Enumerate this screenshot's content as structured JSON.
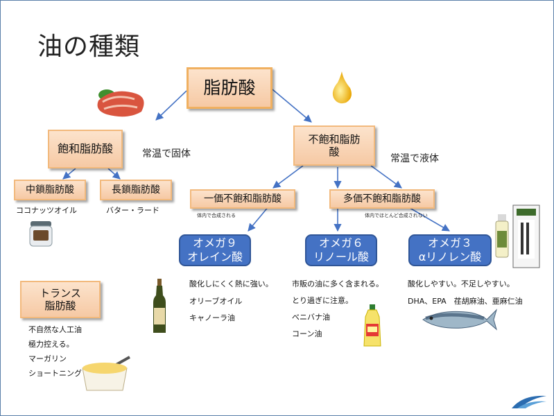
{
  "title": "油の種類",
  "boxes": {
    "fatty_acid": "脂肪酸",
    "saturated": "飽和脂肪酸",
    "unsaturated": "不飽和脂肪\n酸",
    "medium_chain": "中鎖脂肪酸",
    "long_chain": "長鎖脂肪酸",
    "mono": "一価不飽和脂肪酸",
    "poly": "多価不飽和脂肪酸",
    "trans": "トランス\n脂肪酸"
  },
  "labels": {
    "solid": "常温で固体",
    "liquid": "常温で液体"
  },
  "notes": {
    "mono_note": "体内で合成される",
    "poly_note": "体内でほとんど合成されない"
  },
  "omega": {
    "omega9": "オメガ９\nオレイン酸",
    "omega6": "オメガ６\nリノール酸",
    "omega3": "オメガ３\nαリノレン酸"
  },
  "texts": {
    "coconut": "ココナッツオイル",
    "butter": "バター・ラード",
    "o9_l1": "酸化しにくく熱に強い。",
    "o9_l2": "オリーブオイル",
    "o9_l3": "キャノーラ油",
    "o6_l1": "市販の油に多く含まれる。",
    "o6_l2": "とり過ぎに注意。",
    "o6_l3": "べニバナ油",
    "o6_l4": "コーン油",
    "o3_l1": "酸化しやすい。不足しやすい。",
    "o3_l2": "DHA、EPA　荏胡麻油、亜麻仁油",
    "tr_l1": "不自然な人工油",
    "tr_l2": "極力控える。",
    "tr_l3": "マーガリン",
    "tr_l4": "ショートニング"
  },
  "colors": {
    "box_fill": "#f8d3b2",
    "box_border": "#f2b97c",
    "omega_fill": "#4472c4",
    "arrow": "#4472c4"
  },
  "icons": [
    "meat-icon",
    "oil-drop-icon",
    "coconut-oil-jar-icon",
    "olive-oil-bottle-icon",
    "safflower-oil-bottle-icon",
    "flaxseed-oil-bottle-icon",
    "sardine-fish-icon",
    "margarine-tub-icon",
    "company-logo-icon"
  ]
}
